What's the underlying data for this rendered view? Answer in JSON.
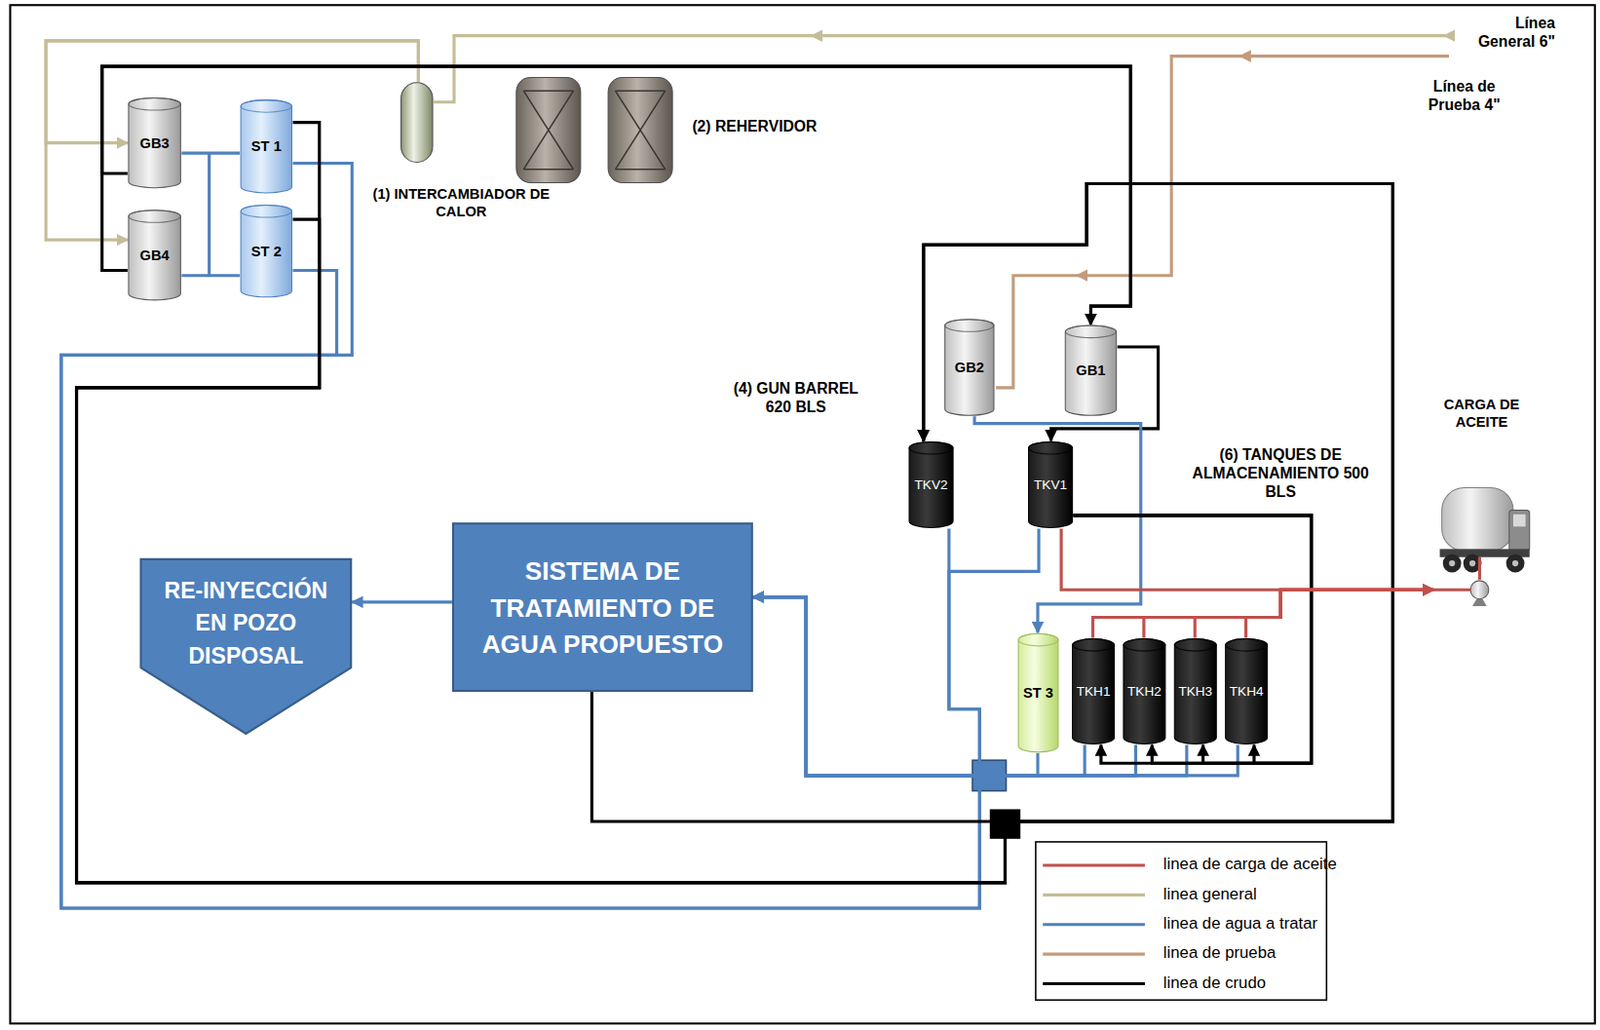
{
  "diagram": {
    "nodes": [
      {
        "text": [
          "GB3"
        ]
      },
      {
        "text": [
          "ST 1"
        ]
      },
      {
        "text": [
          "(1) INTERCAMBIADOR DE CALOR"
        ]
      },
      {
        "text": [
          "(2) REHERVIDOR"
        ]
      },
      {
        "text": [
          "GB4"
        ]
      },
      {
        "text": [
          "ST 2"
        ]
      },
      {
        "text": [
          "GB2"
        ]
      },
      {
        "text": [
          "GB1"
        ]
      },
      {
        "text": [
          "TKV2"
        ]
      },
      {
        "text": [
          "TKV1"
        ]
      },
      {
        "text": [
          "CARGA DE ACEITE"
        ]
      },
      {
        "text": [
          "RE-INYECCIÓN EN POZO DISPOSAL"
        ]
      },
      {
        "text": [
          "SISTEMA DE TRATAMIENTO DE AGUA PROPUESTO"
        ]
      },
      {
        "text": [
          "ST 3"
        ]
      },
      {
        "text": [
          "TKH1"
        ]
      },
      {
        "text": [
          "TKH2"
        ]
      },
      {
        "text": [
          "TKH3"
        ]
      },
      {
        "text": [
          "TKH4"
        ]
      }
    ],
    "edges": [
      {
        "from": 2,
        "to": 0,
        "arrow": "to"
      },
      {
        "from": 2,
        "to": 4,
        "arrow": "to"
      },
      {
        "from": 0,
        "to": 1,
        "arrow": "none"
      },
      {
        "from": 4,
        "to": 5,
        "arrow": "none"
      },
      {
        "from": 0,
        "to": 7,
        "arrow": "to"
      },
      {
        "from": 4,
        "to": 7,
        "arrow": "to"
      },
      {
        "from": 1,
        "to": 12,
        "arrow": "to"
      },
      {
        "from": 5,
        "to": 12,
        "arrow": "to"
      },
      {
        "from": 1,
        "to": 8,
        "arrow": "to"
      },
      {
        "from": 5,
        "to": 8,
        "arrow": "to"
      },
      {
        "from": 12,
        "to": 8,
        "arrow": "to"
      },
      {
        "from": 12,
        "to": 11,
        "arrow": "to"
      },
      {
        "from": 7,
        "to": 9,
        "arrow": "to"
      },
      {
        "from": 6,
        "to": 13,
        "arrow": "to"
      },
      {
        "from": 8,
        "to": 12,
        "arrow": "to"
      },
      {
        "from": 9,
        "to": 12,
        "arrow": "to"
      },
      {
        "from": 13,
        "to": 12,
        "arrow": "to"
      },
      {
        "from": 14,
        "to": 12,
        "arrow": "to"
      },
      {
        "from": 15,
        "to": 12,
        "arrow": "to"
      },
      {
        "from": 16,
        "to": 12,
        "arrow": "to"
      },
      {
        "from": 17,
        "to": 12,
        "arrow": "to"
      },
      {
        "from": 9,
        "to": 14,
        "arrow": "to"
      },
      {
        "from": 9,
        "to": 15,
        "arrow": "to"
      },
      {
        "from": 9,
        "to": 16,
        "arrow": "to"
      },
      {
        "from": 9,
        "to": 17,
        "arrow": "to"
      },
      {
        "from": 9,
        "to": 10,
        "arrow": "to"
      },
      {
        "from": 14,
        "to": 10,
        "arrow": "to"
      },
      {
        "from": 15,
        "to": 10,
        "arrow": "to"
      },
      {
        "from": 16,
        "to": 10,
        "arrow": "to"
      },
      {
        "from": 17,
        "to": 10,
        "arrow": "to"
      }
    ],
    "labels": [
      "Línea General 6\"",
      "Línea de Prueba 4\"",
      "(4) GUN BARREL 620 BLS",
      "(6) TANQUES DE ALMACENAMIENTO 500 BLS"
    ],
    "legend": [
      {
        "text": "linea de carga de aceite"
      },
      {
        "text": "linea general"
      },
      {
        "text": "linea de agua a tratar"
      },
      {
        "text": "linea de prueba"
      },
      {
        "text": "linea de crudo"
      }
    ]
  }
}
